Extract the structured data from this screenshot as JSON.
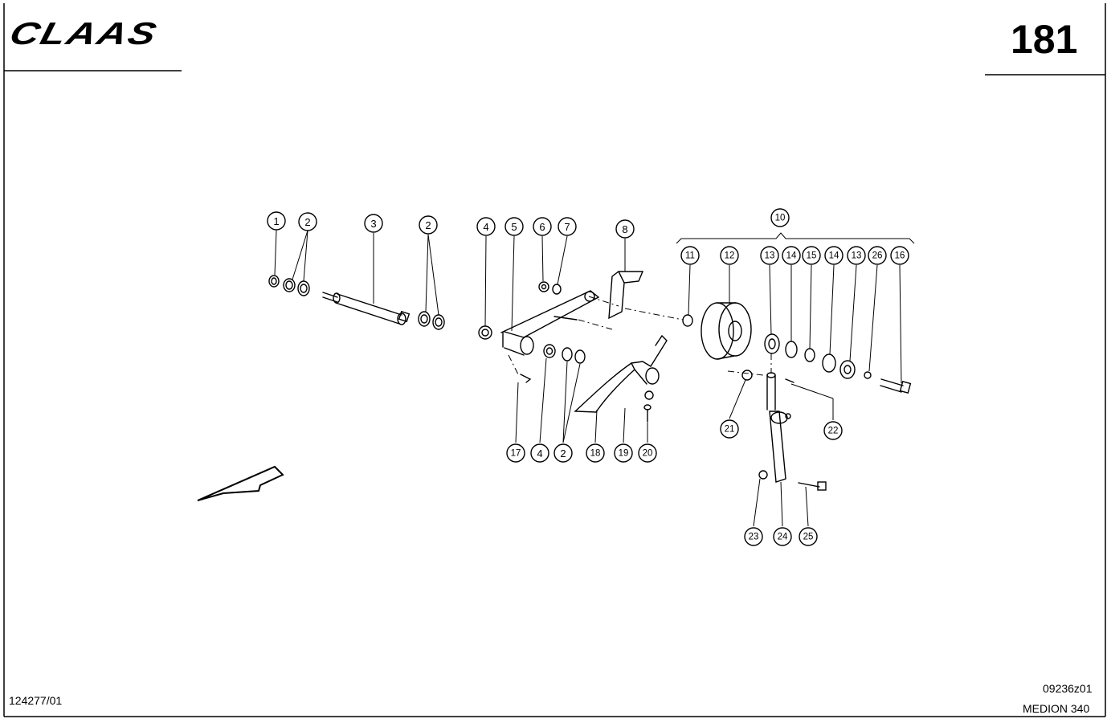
{
  "header": {
    "brand": "CLAAS",
    "page_number": "181"
  },
  "footer": {
    "left_ref": "124277/01",
    "right_ref": "09236z01",
    "model": "MEDION 340"
  },
  "callouts": [
    "1",
    "2",
    "3",
    "2",
    "4",
    "5",
    "6",
    "7",
    "8",
    "10",
    "11",
    "12",
    "13",
    "14",
    "15",
    "14",
    "13",
    "26",
    "16",
    "17",
    "4",
    "2",
    "18",
    "19",
    "20",
    "21",
    "22",
    "23",
    "24",
    "25"
  ]
}
